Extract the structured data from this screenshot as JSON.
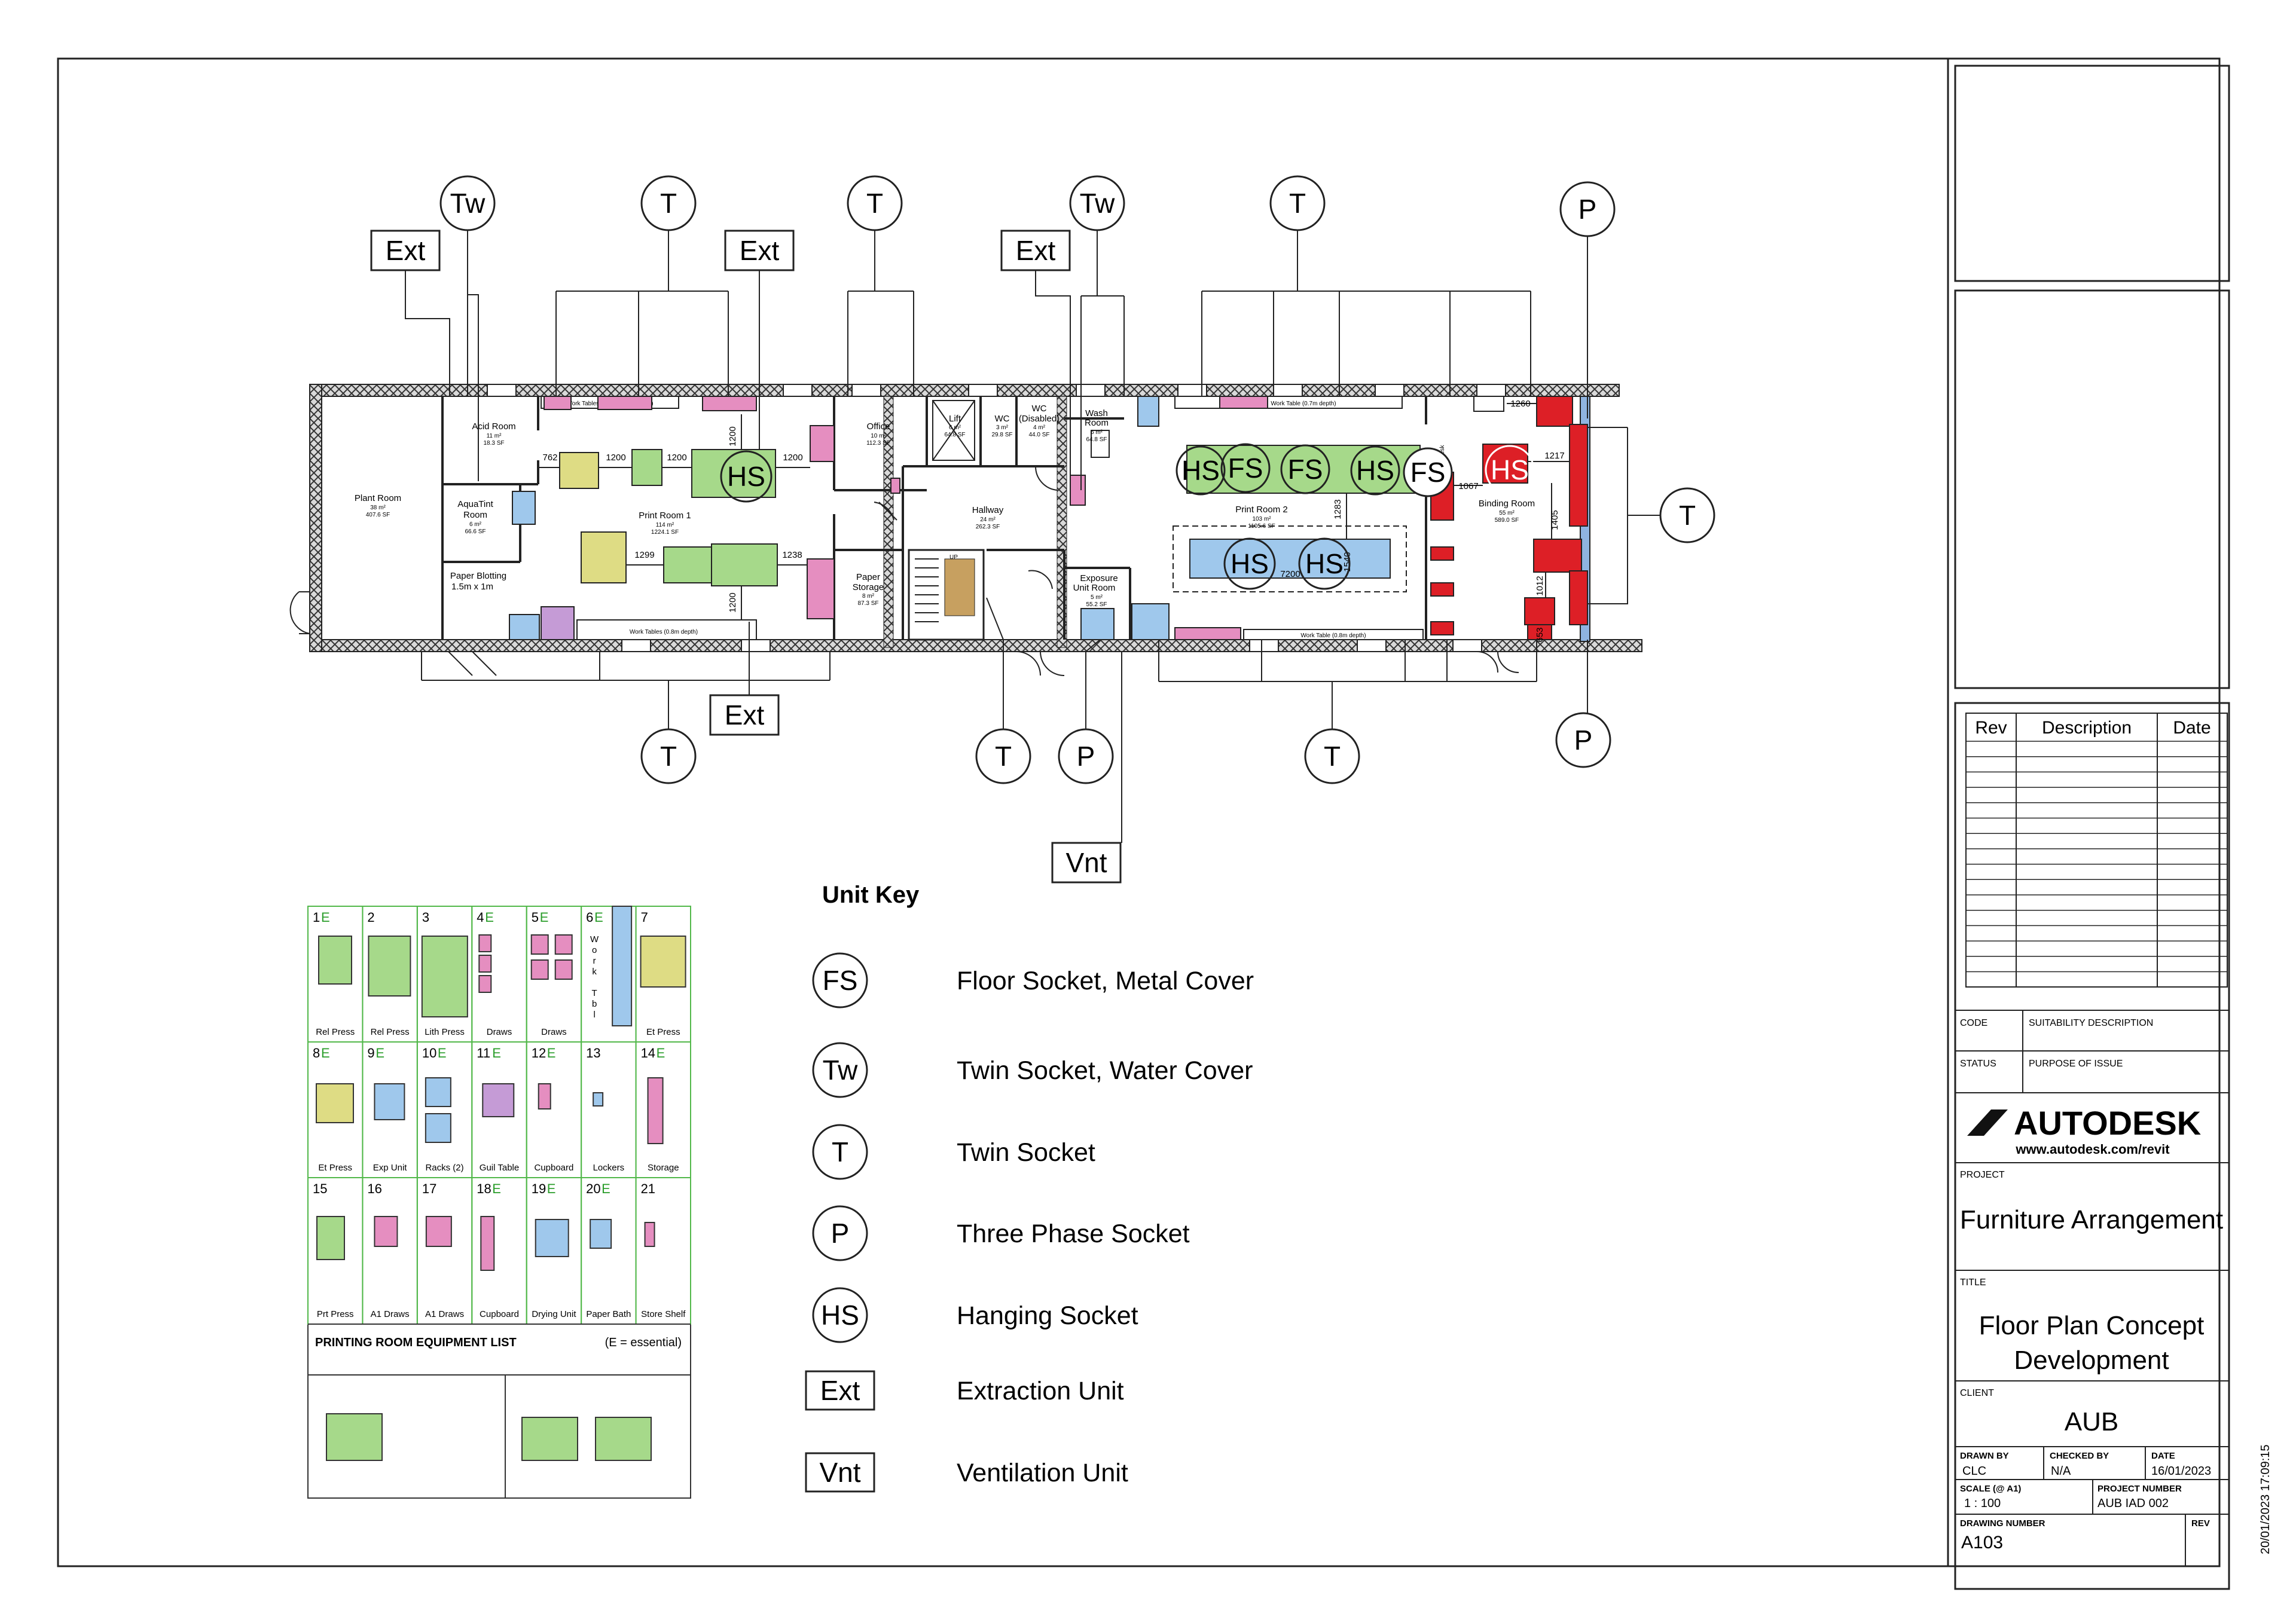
{
  "colors": {
    "green": "#a6d98a",
    "blue": "#9fc8ec",
    "pink": "#e58ec0",
    "yellow": "#dedc84",
    "purple": "#c59bd6",
    "red": "#dd1f26",
    "wall_hatch": "#bdbdbd",
    "grid_green": "#52b84a"
  },
  "legend_bubbles": [
    {
      "code": "Tw"
    },
    {
      "code": "T"
    },
    {
      "code": "T"
    },
    {
      "code": "Tw"
    },
    {
      "code": "T"
    },
    {
      "code": "P"
    },
    {
      "code": "T"
    },
    {
      "code": "T"
    },
    {
      "code": "P"
    },
    {
      "code": "T"
    },
    {
      "code": "P"
    },
    {
      "code": "T"
    }
  ],
  "legend_boxes": [
    {
      "code": "Ext"
    },
    {
      "code": "Ext"
    },
    {
      "code": "Ext"
    },
    {
      "code": "Ext"
    },
    {
      "code": "Vnt"
    }
  ],
  "hs_fs": [
    {
      "code": "HS"
    },
    {
      "code": "HS"
    },
    {
      "code": "FS"
    },
    {
      "code": "FS"
    },
    {
      "code": "HS"
    },
    {
      "code": "FS"
    },
    {
      "code": "HS"
    },
    {
      "code": "HS"
    },
    {
      "code": "HS"
    }
  ],
  "rooms": [
    {
      "name": "Plant Room",
      "l1": "38 m²",
      "l2": "407.6 SF"
    },
    {
      "name": "Acid Room",
      "l1": "11 m²",
      "l2": "18.3 SF"
    },
    {
      "name": "AquaTint",
      "l1": "Room",
      "l2": "6 m²",
      "l3": "66.6 SF"
    },
    {
      "name": "Paper Blotting",
      "l1": "1.5m x 1m"
    },
    {
      "name": "Print Room 1",
      "l1": "114 m²",
      "l2": "1224.1 SF"
    },
    {
      "name": "Office",
      "l1": "10 m²",
      "l2": "112.3 SF"
    },
    {
      "name": "Paper",
      "l1": "Storage",
      "l2": "8 m²",
      "l3": "87.3 SF"
    },
    {
      "name": "Lift",
      "l1": "6 m²",
      "l2": "64.8 SF"
    },
    {
      "name": "WC",
      "l1": "3 m²",
      "l2": "29.8 SF"
    },
    {
      "name": "WC",
      "l1": "(Disabled)",
      "l2": "4 m²",
      "l3": "44.0 SF"
    },
    {
      "name": "Hallway",
      "l1": "24 m²",
      "l2": "262.3 SF"
    },
    {
      "name": "Wash",
      "l1": "Room",
      "l2": "6 m²",
      "l3": "64.8 SF"
    },
    {
      "name": "Exposure",
      "l1": "Unit Room",
      "l2": "5 m²",
      "l3": "55.2 SF"
    },
    {
      "name": "Print Room 2",
      "l1": "103 m²",
      "l2": "1105.6 SF"
    },
    {
      "name": "Binding Room",
      "l1": "55 m²",
      "l2": "589.0 SF"
    }
  ],
  "dims": [
    "762",
    "1200",
    "1200",
    "1200",
    "1200",
    "1299",
    "1238",
    "1200",
    "1283",
    "7200",
    "1540",
    "1067",
    "1217",
    "1260",
    "1405",
    "1012",
    "653",
    "UP",
    "Work Tables (0.8m - 0.8m depth)",
    "Work Tables (0.8m depth)",
    "Work Table (0.7m depth)",
    "Work Table (0.8m depth)",
    "desk"
  ],
  "equipment": [
    {
      "num": "1",
      "e": "E",
      "name": "Rel Press"
    },
    {
      "num": "2",
      "e": "",
      "name": "Rel Press"
    },
    {
      "num": "3",
      "e": "",
      "name": "Lith Press"
    },
    {
      "num": "4",
      "e": "E",
      "name": "Draws"
    },
    {
      "num": "5",
      "e": "E",
      "name": "Draws"
    },
    {
      "num": "6",
      "e": "E",
      "name": "W o r k  T b l"
    },
    {
      "num": "7",
      "e": "",
      "name": "Et Press"
    },
    {
      "num": "8",
      "e": "E",
      "name": "Et Press"
    },
    {
      "num": "9",
      "e": "E",
      "name": "Exp Unit"
    },
    {
      "num": "10",
      "e": "E",
      "name": "Racks (2)"
    },
    {
      "num": "11",
      "e": "E",
      "name": "Guil Table"
    },
    {
      "num": "12",
      "e": "E",
      "name": "Cupboard"
    },
    {
      "num": "13",
      "e": "",
      "name": "Lockers"
    },
    {
      "num": "14",
      "e": "E",
      "name": "Storage"
    },
    {
      "num": "15",
      "e": "",
      "name": "Prt Press"
    },
    {
      "num": "16",
      "e": "",
      "name": "A1 Draws"
    },
    {
      "num": "17",
      "e": "",
      "name": "A1 Draws"
    },
    {
      "num": "18",
      "e": "E",
      "name": "Cupboard"
    },
    {
      "num": "19",
      "e": "E",
      "name": "Drying Unit"
    },
    {
      "num": "20",
      "e": "E",
      "name": "Paper Bath"
    },
    {
      "num": "21",
      "e": "",
      "name": "Store Shelf"
    }
  ],
  "equipment_list": {
    "title": "PRINTING ROOM EQUIPMENT LIST",
    "note": "(E = essential)"
  },
  "unit_key": {
    "title": "Unit Key",
    "items": [
      {
        "code": "FS",
        "shape": "circle",
        "desc": "Floor Socket, Metal Cover"
      },
      {
        "code": "Tw",
        "shape": "circle",
        "desc": "Twin Socket, Water Cover"
      },
      {
        "code": "T",
        "shape": "circle",
        "desc": "Twin Socket"
      },
      {
        "code": "P",
        "shape": "circle",
        "desc": "Three Phase Socket"
      },
      {
        "code": "HS",
        "shape": "circle",
        "desc": "Hanging Socket"
      },
      {
        "code": "Ext",
        "shape": "box",
        "desc": "Extraction Unit"
      },
      {
        "code": "Vnt",
        "shape": "box",
        "desc": "Ventilation Unit"
      }
    ]
  },
  "title_block": {
    "rev_headers": [
      "Rev",
      "Description",
      "Date"
    ],
    "code_label": "CODE",
    "suitability_label": "SUITABILITY DESCRIPTION",
    "status_label": "STATUS",
    "purpose_label": "PURPOSE OF ISSUE",
    "brand": "AUTODESK",
    "brand_url": "www.autodesk.com/revit",
    "project_label": "PROJECT",
    "project": "Furniture Arrangement",
    "title_label": "TITLE",
    "title_l1": "Floor Plan Concept",
    "title_l2": "Development",
    "client_label": "CLIENT",
    "client": "AUB",
    "drawn_by_label": "DRAWN BY",
    "drawn_by": "CLC",
    "checked_by_label": "CHECKED BY",
    "checked_by": "N/A",
    "date_label": "DATE",
    "date": "16/01/2023",
    "scale_label": "SCALE (@ A1)",
    "scale": "1 : 100",
    "project_number_label": "PROJECT NUMBER",
    "project_number": "AUB IAD 002",
    "drawing_number_label": "DRAWING NUMBER",
    "drawing_number": "A103",
    "rev_label": "REV",
    "timestamp": "20/01/2023 17:09:15"
  }
}
